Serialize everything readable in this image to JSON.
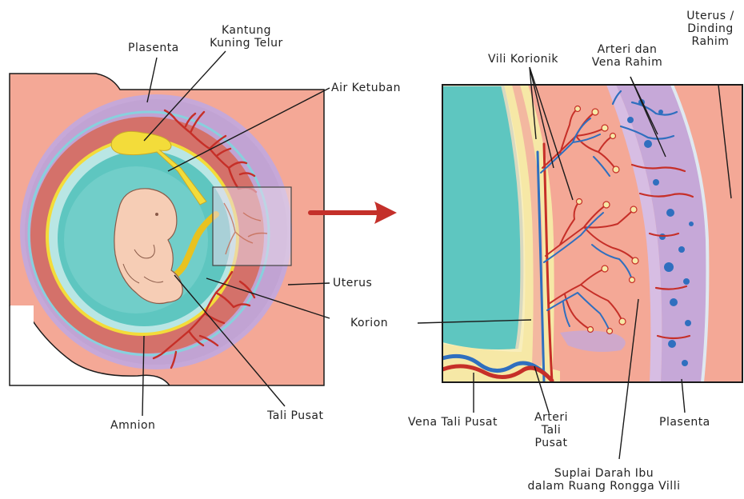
{
  "labels": {
    "plasenta_left": "Plasenta",
    "kantung_kuning_telur": "Kantung\nKuning Telur",
    "air_ketuban": "Air Ketuban",
    "uterus": "Uterus",
    "korion": "Korion",
    "amnion": "Amnion",
    "tali_pusat": "Tali Pusat",
    "vili_korionik": "Vili Korionik",
    "arteri_dan_vena_rahim": "Arteri dan\nVena Rahim",
    "uterus_dinding_rahim": "Uterus /\nDinding\nRahim",
    "vena_tali_pusat": "Vena Tali Pusat",
    "arteri_tali_pusat": "Arteri\nTali\nPusat",
    "plasenta_right": "Plasenta",
    "suplai_darah_ibu": "Suplai Darah Ibu\ndalam Ruang Rongga Villi"
  },
  "colors": {
    "uterus": "#f4a896",
    "placenta": "#c6a8d8",
    "chorion": "#d4716a",
    "amniotic_fluid": "#5ec6c0",
    "yolk_sac": "#f3dc3a",
    "embryo": "#f6cdb5",
    "artery": "#d9352a",
    "vein": "#2f6fbf",
    "arrow": "#c4302a"
  }
}
